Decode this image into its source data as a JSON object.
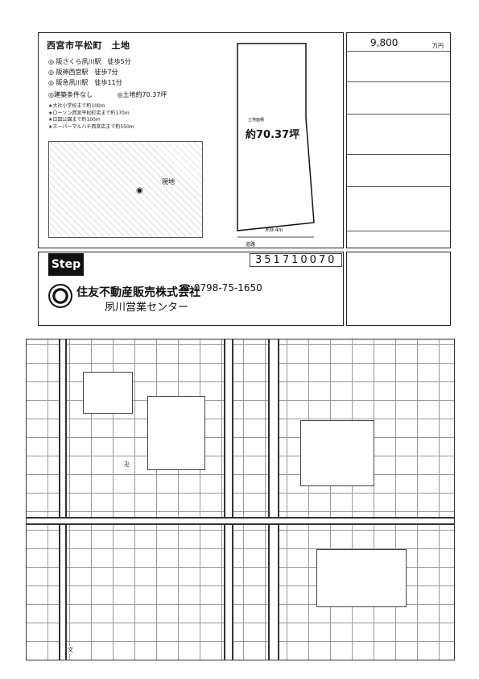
{
  "flyer": {
    "title": "西宮市平松町　土地",
    "access": [
      "阪さくら夙川駅　徒歩5分",
      "阪神西宮駅　徒歩7分",
      "阪急夙川駅　徒歩11分"
    ],
    "condition": "建築条件なし",
    "land_area": "土地約70.37坪",
    "nearby": [
      "大社小学校まで約100m",
      "ローソン西宮平松町店まで約170m",
      "日田公園まで約100m",
      "スーパーマルハチ西宮店まで約550m"
    ],
    "map_label": "現地"
  },
  "plan": {
    "area_small_label": "土地面積",
    "area_big": "約70.37坪",
    "bottom_dim": "約9.4m",
    "road_label": "道路"
  },
  "info_table": {
    "price": "9,800",
    "price_unit": "万円"
  },
  "bottom": {
    "logo": "Step",
    "code": "351710070",
    "phone": "0798-75-1650",
    "company": "住友不動産販売株式会社",
    "branch": "夙川営業センター"
  },
  "map": {
    "labels": [
      "卍",
      "文"
    ]
  }
}
